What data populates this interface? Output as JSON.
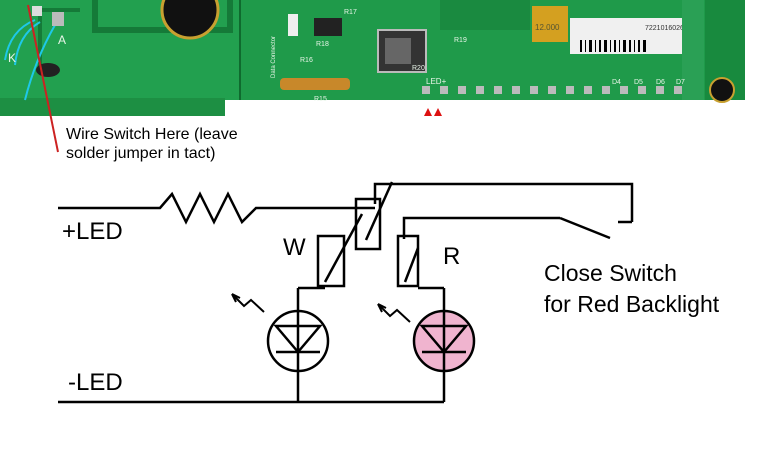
{
  "photo": {
    "pcb_labels": [
      "K",
      "A",
      "R18",
      "R19",
      "R16",
      "R17",
      "R15",
      "R20",
      "LED+",
      "Data Connector",
      "D4",
      "D5",
      "D6",
      "D7"
    ],
    "serial_label": "7221016026",
    "crystal_label": "12.000"
  },
  "annotation": {
    "line1": "Wire Switch Here (leave",
    "line2": "solder jumper in tact)"
  },
  "schematic": {
    "plus_led": "+LED",
    "minus_led": "-LED",
    "w_label": "W",
    "r_label": "R",
    "switch_line1": "Close Switch",
    "switch_line2": "for Red Backlight"
  },
  "colors": {
    "pcb_green": "#1f9a4a",
    "pcb_dark": "#157a38",
    "red_led_fill": "#f0b4cf",
    "annotation_red": "#cc2222",
    "wire": "#000000"
  }
}
